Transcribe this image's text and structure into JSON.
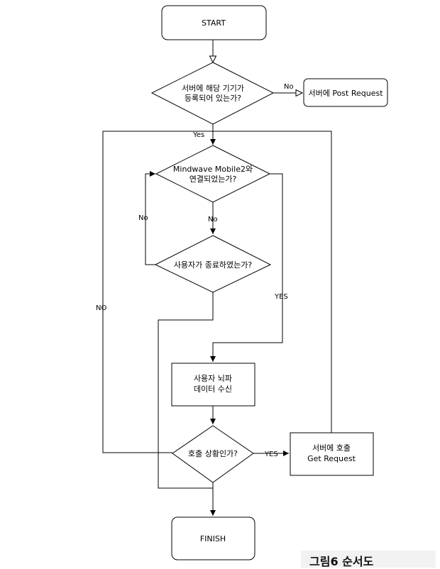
{
  "nodes": {
    "start": "START",
    "registered": [
      "서버에 해당 기기가",
      "등록되어 있는가?"
    ],
    "post_request": "서버에 Post Request",
    "connected": [
      "Mindwave Mobile2와",
      "연결되었는가?"
    ],
    "user_ended": "사용자가 종료하였는가?",
    "receive": [
      "사용자 뇌파",
      "데이터 수신"
    ],
    "call_situation": "호출 상황인가?",
    "get_request": [
      "서버에 호출",
      "Get Request"
    ],
    "finish": "FINISH"
  },
  "edges": {
    "registered_no": "No",
    "registered_yes": "Yes",
    "connected_no": "No",
    "loop_no": "No",
    "connected_yes": "YES",
    "call_no": "NO",
    "call_yes": "YES"
  },
  "caption": "그림6 순서도"
}
